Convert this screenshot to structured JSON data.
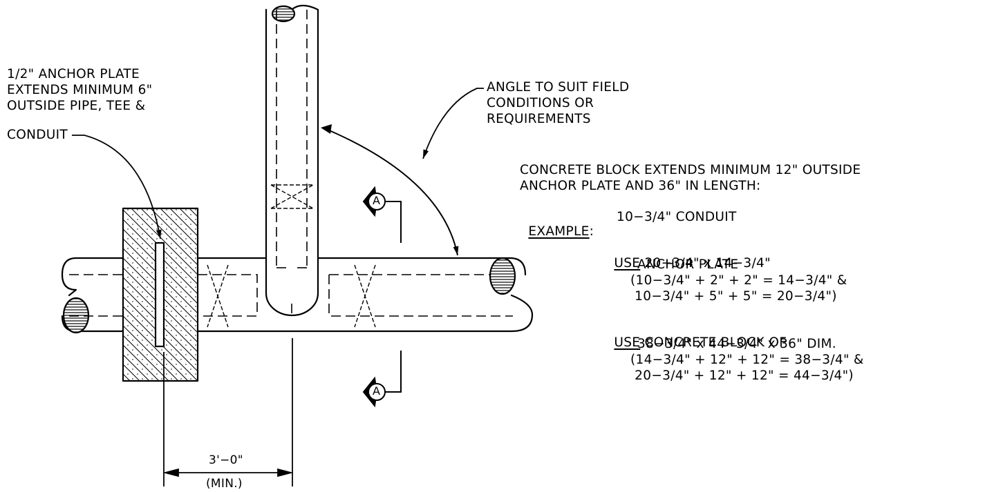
{
  "notes": {
    "anchor_plate": [
      "1/2\" ANCHOR PLATE",
      "EXTENDS MINIMUM 6\"",
      "OUTSIDE PIPE, TEE &",
      "CONDUIT"
    ],
    "angle": [
      "ANGLE TO SUIT FIELD",
      "CONDITIONS OR",
      "REQUIREMENTS"
    ],
    "concrete_block": [
      "CONCRETE BLOCK EXTENDS MINIMUM 12\" OUTSIDE",
      "ANCHOR PLATE AND 36\" IN LENGTH:"
    ]
  },
  "example": {
    "label": "EXAMPLE",
    "colon": ":",
    "value": "10−3/4\" CONDUIT"
  },
  "use_plate": {
    "keyword": "USE",
    "first_line": "20−3/4\" x 14−3/4\"",
    "lines": [
      "ANCHOR PLATE",
      "(10−3/4\" + 2\" + 2\" = 14−3/4\" &",
      " 10−3/4\" + 5\" + 5\" = 20−3/4\")"
    ]
  },
  "use_block": {
    "keyword": "USE",
    "first_line": "CONCRETE BLOCK OF",
    "lines": [
      "38−3/4\" x 44−3/4\" x 36\" DIM.",
      "(14−3/4\" + 12\" + 12\" = 38−3/4\" &",
      " 20−3/4\" + 12\" + 12\" = 44−3/4\")"
    ]
  },
  "dimension": {
    "value": "3'−0\"",
    "note": "(MIN.)"
  },
  "section_marker": {
    "letter": "A"
  }
}
